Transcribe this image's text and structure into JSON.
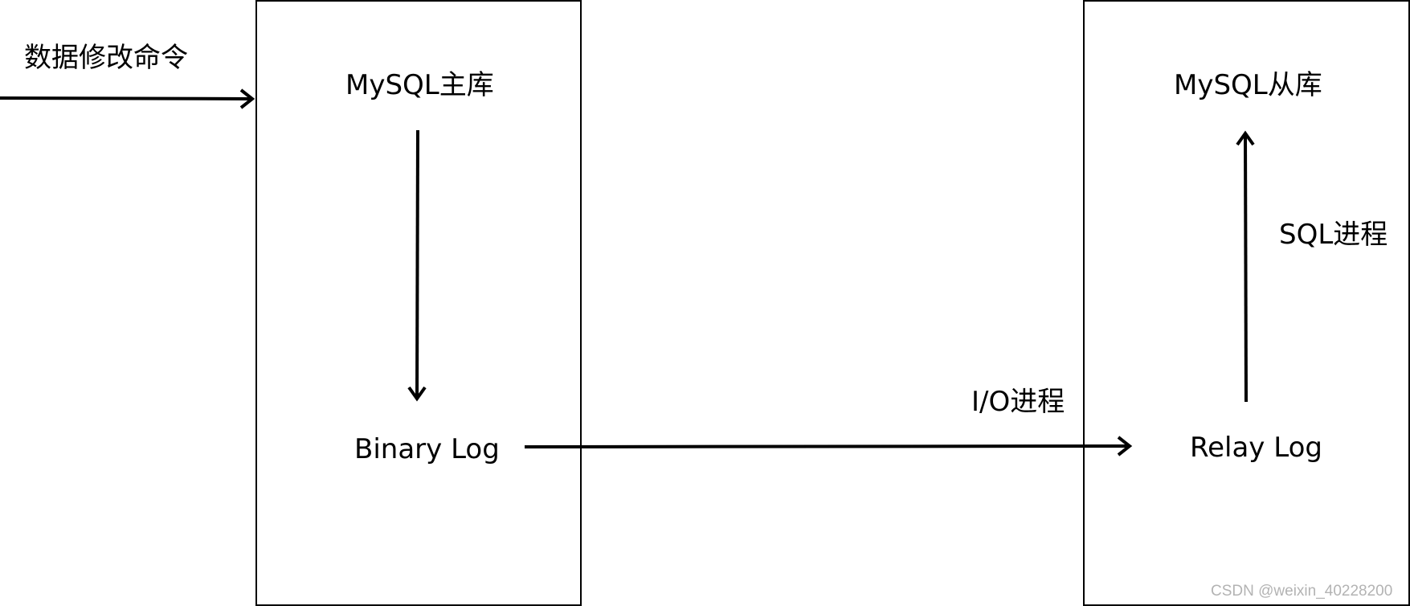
{
  "diagram": {
    "nodes": {
      "master_label": "MySQL主库",
      "binary_log_label": "Binary Log",
      "slave_label": "MySQL从库",
      "relay_log_label": "Relay Log"
    },
    "edges": {
      "input_label": "数据修改命令",
      "io_thread_label": "I/O进程",
      "sql_thread_label": "SQL进程"
    }
  },
  "watermark": "CSDN @weixin_40228200"
}
